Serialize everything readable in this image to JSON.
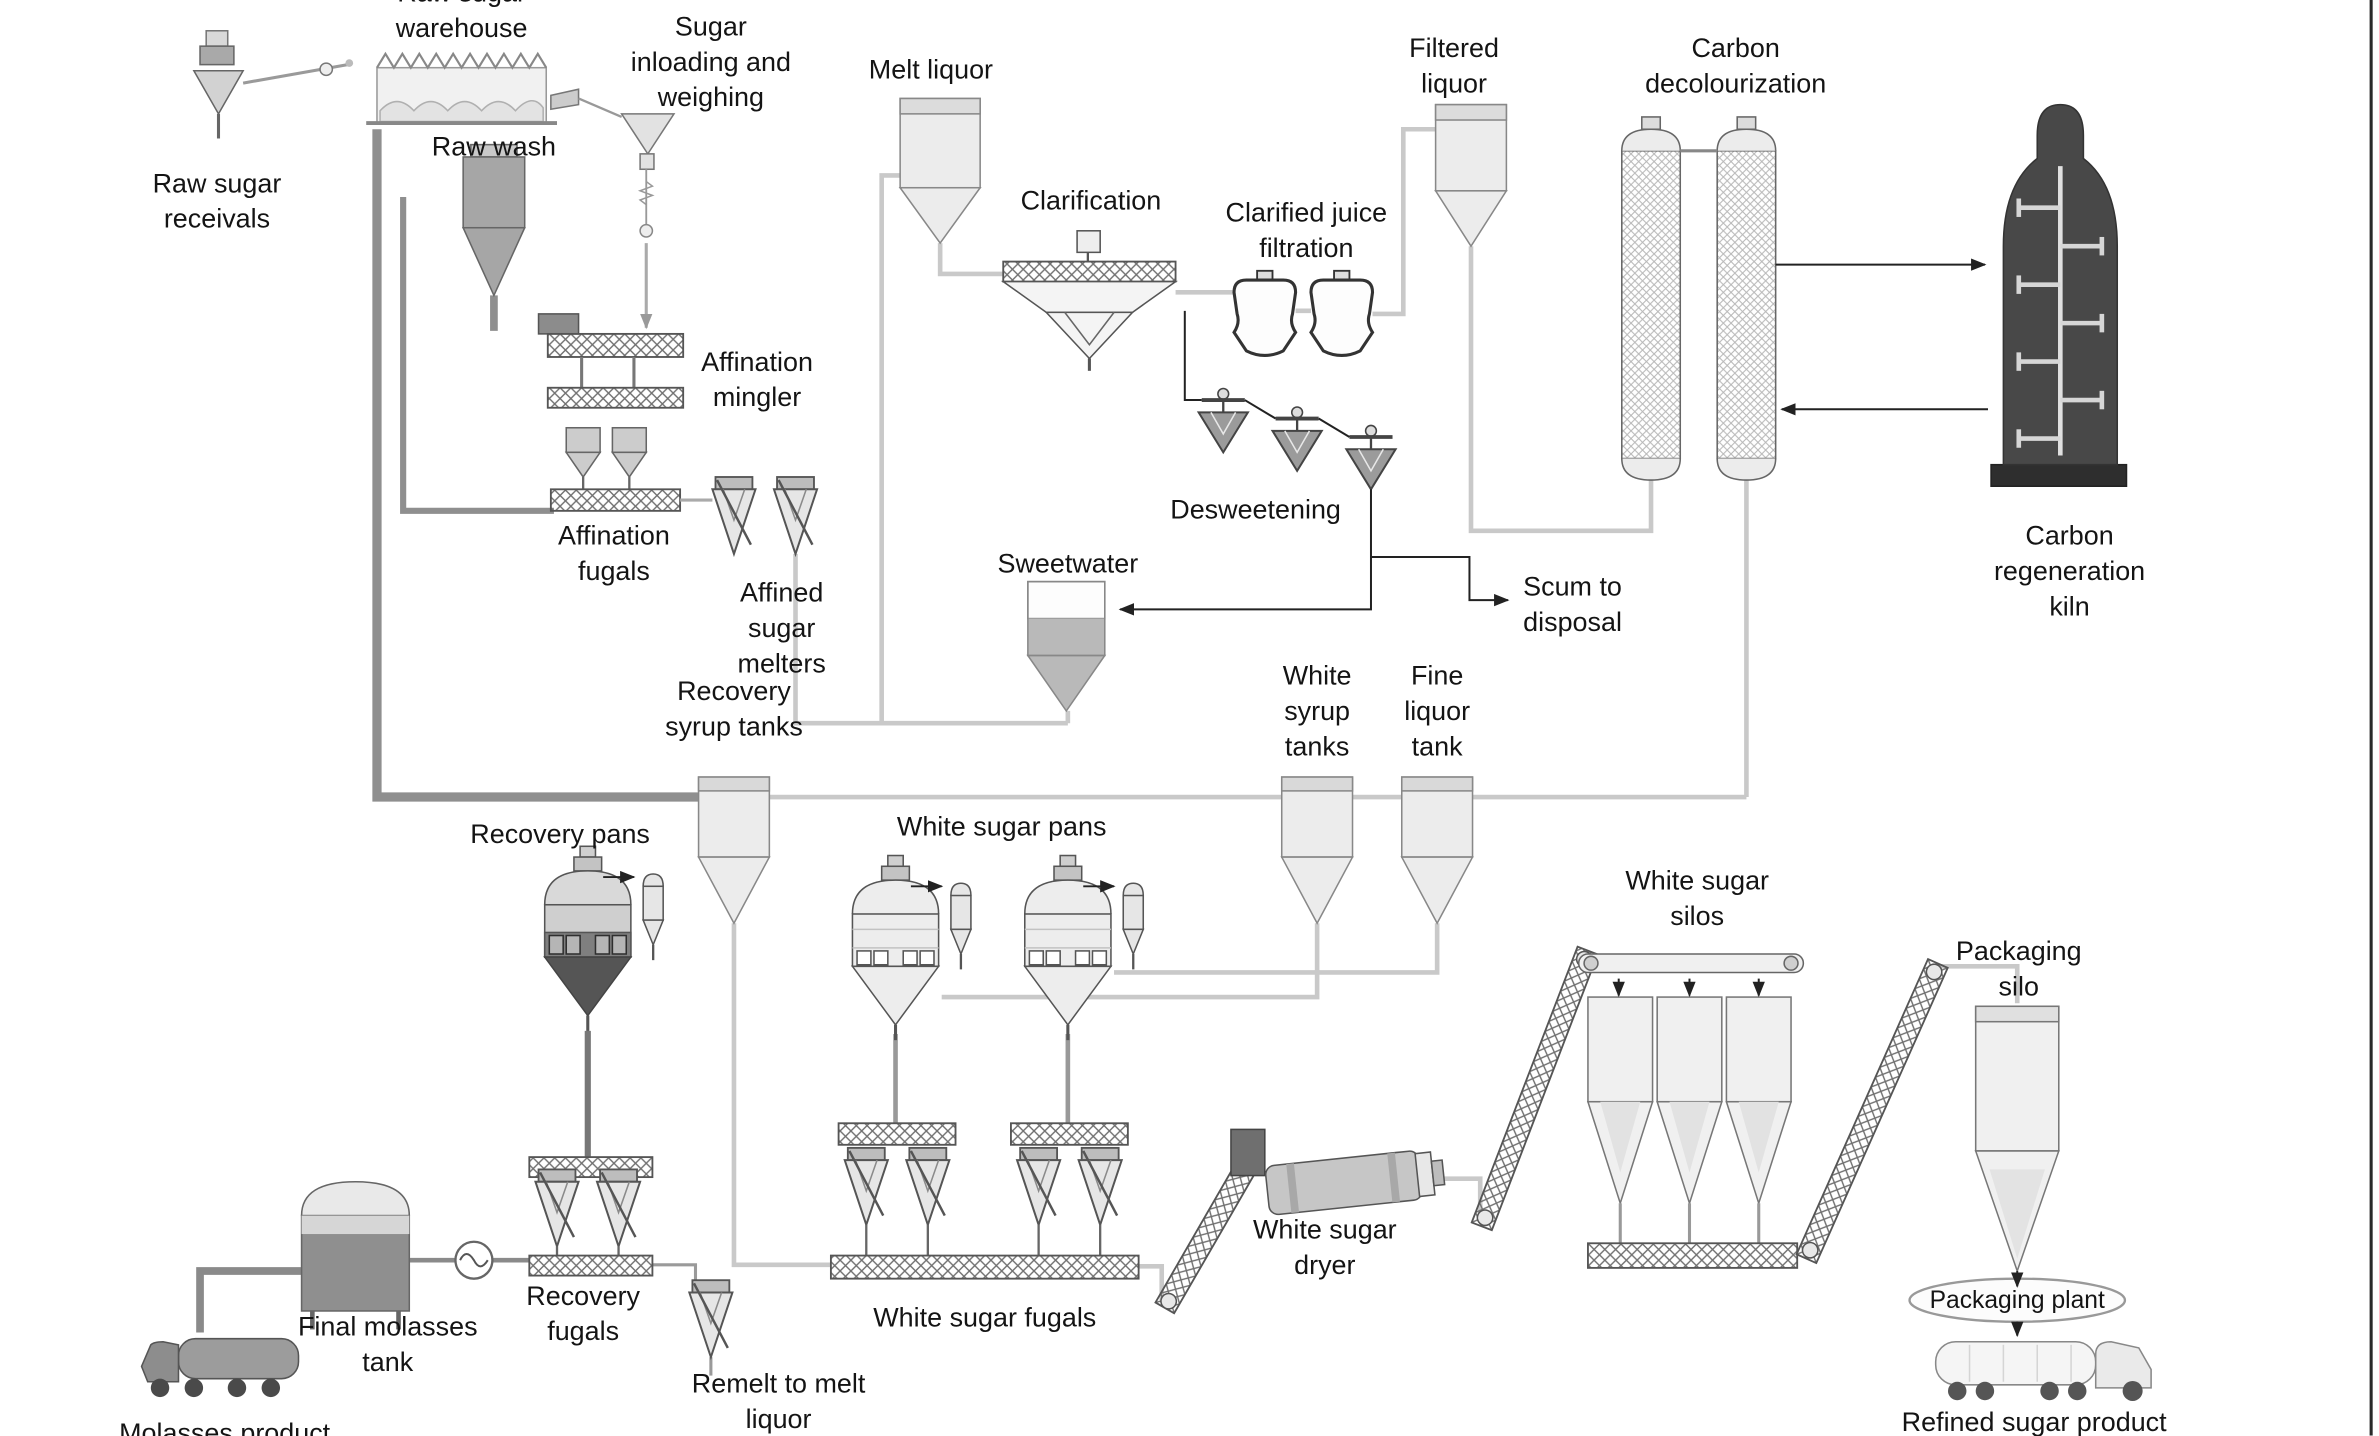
{
  "labels": {
    "raw_sugar_warehouse": "Raw sugar warehouse",
    "sugar_inloading": "Sugar inloading and weighing",
    "raw_sugar_receivals": "Raw sugar receivals",
    "raw_wash": "Raw wash",
    "melt_liquor": "Melt liquor",
    "clarification": "Clarification",
    "clarified_juice_filtration": "Clarified juice filtration",
    "filtered_liquor": "Filtered liquor",
    "carbon_decolourization": "Carbon decolourization",
    "carbon_regeneration_kiln": "Carbon regeneration kiln",
    "affination_mingler": "Affination mingler",
    "affination_fugals": "Affination fugals",
    "affined_sugar_melters": "Affined sugar melters",
    "desweetening": "Desweetening",
    "sweetwater": "Sweetwater",
    "scum_to_disposal": "Scum to disposal",
    "white_syrup_tanks": "White syrup tanks",
    "fine_liquor_tank": "Fine liquor tank",
    "recovery_syrup_tanks": "Recovery syrup tanks",
    "recovery_pans": "Recovery pans",
    "white_sugar_pans": "White sugar pans",
    "white_sugar_silos": "White sugar silos",
    "packaging_silo": "Packaging silo",
    "packaging_plant": "Packaging plant",
    "white_sugar_dryer": "White sugar dryer",
    "white_sugar_fugals": "White sugar fugals",
    "recovery_fugals": "Recovery fugals",
    "remelt_to_melt_liquor": "Remelt to melt liquor",
    "final_molasses_tank": "Final molasses tank",
    "molasses_product": "Molasses product",
    "refined_sugar_product": "Refined sugar product"
  },
  "colors": {
    "ink": "#141414",
    "line_light": "#c9c9c9",
    "line_dark": "#8f8f8f",
    "equipment_light": "#ececec",
    "equipment_mid": "#9b9b9b",
    "equipment_dark": "#474747"
  }
}
